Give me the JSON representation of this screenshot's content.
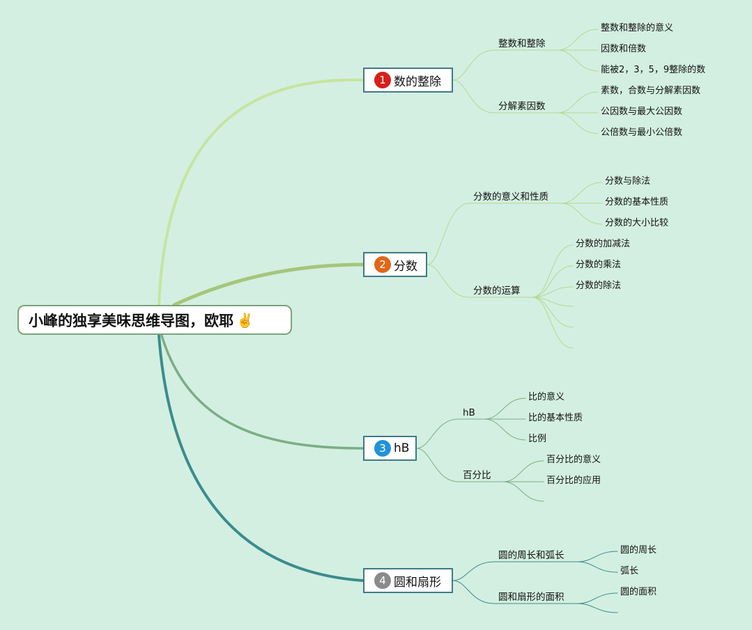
{
  "root": {
    "title": "小峰的独享美味思维导图，欧耶",
    "emoji": "✌️"
  },
  "branches": [
    {
      "number": "1",
      "label": "数的整除",
      "badge_color": "#d7201a",
      "line_color": "#c4e5a0",
      "subtopics": [
        {
          "label": "整数和整除",
          "items": [
            "整数和整除的意义",
            "因数和倍数",
            "能被2，3，5，9整除的数"
          ]
        },
        {
          "label": "分解素因数",
          "items": [
            "素数，合数与分解素因数",
            "公因数与最大公因数",
            "公倍数与最小公倍数"
          ]
        }
      ]
    },
    {
      "number": "2",
      "label": "分数",
      "badge_color": "#e0661a",
      "line_color": "#a3c77a",
      "subtopics": [
        {
          "label": "分数的意义和性质",
          "items": [
            "分数与除法",
            "分数的基本性质",
            "分数的大小比较"
          ]
        },
        {
          "label": "分数的运算",
          "items": [
            "分数的加减法",
            "分数的乘法",
            "分数的除法",
            "",
            "",
            ""
          ]
        }
      ]
    },
    {
      "number": "3",
      "label": "hB",
      "badge_color": "#2293d6",
      "line_color": "#7aae85",
      "subtopics": [
        {
          "label": "hB",
          "items": [
            "比的意义",
            "比的基本性质",
            "比例"
          ]
        },
        {
          "label": "百分比",
          "items": [
            "百分比的意义",
            "百分比的应用",
            ""
          ]
        }
      ]
    },
    {
      "number": "4",
      "label": "圆和扇形",
      "badge_color": "#8a8a8a",
      "line_color": "#3a8c8c",
      "subtopics": [
        {
          "label": "圆的周长和弧长",
          "items": [
            "圆的周长",
            "弧长"
          ]
        },
        {
          "label": "圆和扇形的面积",
          "items": [
            "圆的面积",
            ""
          ]
        }
      ]
    }
  ]
}
